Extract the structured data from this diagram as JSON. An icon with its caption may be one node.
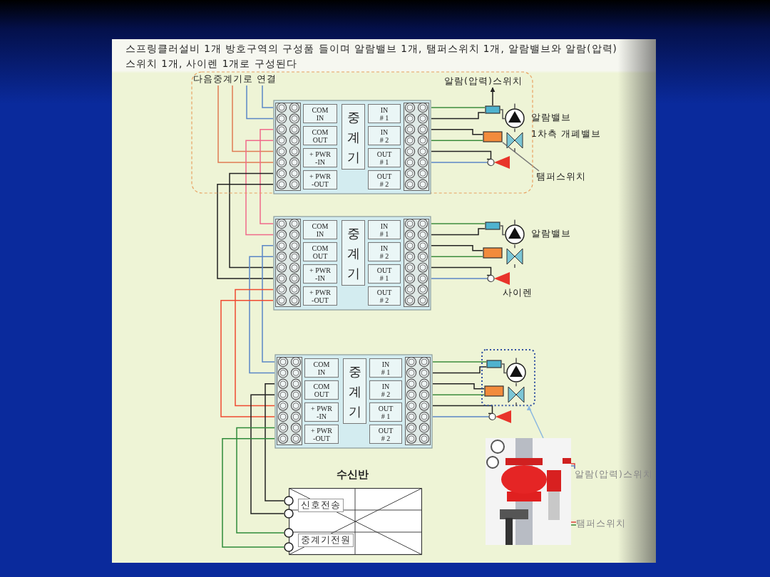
{
  "diagram": {
    "title": "스프링클러설비 1개 방호구역의 구성품 들이며 알람밸브 1개, 탬퍼스위치 1개, 알람밸브와 알람(압력)스위치 1개, 사이렌 1개로 구성된다",
    "nodes": [
      {
        "text": [],
        "shape": "box"
      },
      {
        "text": [
          "다음중계기로 연결"
        ],
        "in": 0
      },
      {
        "text": [
          "알람(압력)스위치"
        ],
        "in": 0
      },
      {
        "text": [],
        "shape": "box",
        "in": 0
      },
      {
        "text": [
          "COM IN"
        ],
        "in": 3
      },
      {
        "text": [
          "COM OUT"
        ],
        "in": 3
      },
      {
        "text": [
          "+ PWR -IN"
        ],
        "in": 3
      },
      {
        "text": [
          "+ PWR -OUT"
        ],
        "in": 3
      },
      {
        "text": [
          "중계기"
        ],
        "in": 3
      },
      {
        "text": [
          "IN # 1"
        ],
        "in": 3
      },
      {
        "text": [
          "IN # 2"
        ],
        "in": 3
      },
      {
        "text": [
          "OUT # 1"
        ],
        "in": 3
      },
      {
        "text": [
          "OUT # 2"
        ],
        "in": 3
      },
      {
        "text": [],
        "shape": "box",
        "in": 0
      },
      {
        "text": [],
        "shape": "circle",
        "beside": [
          "알람밸브"
        ],
        "in": 0
      },
      {
        "text": [],
        "shape": "box",
        "in": 0
      },
      {
        "text": [],
        "shape": "valve",
        "beside": [
          "1차측 개폐밸브"
        ],
        "in": 0
      },
      {
        "text": [],
        "shape": "horn",
        "in": 0
      },
      {
        "text": [
          "탬퍼스위치"
        ]
      },
      {
        "text": [],
        "shape": "box"
      },
      {
        "text": [
          "COM IN"
        ],
        "in": 19
      },
      {
        "text": [
          "COM OUT"
        ],
        "in": 19
      },
      {
        "text": [
          "+ PWR -IN"
        ],
        "in": 19
      },
      {
        "text": [
          "+ PWR -OUT"
        ],
        "in": 19
      },
      {
        "text": [
          "중계기"
        ],
        "in": 19
      },
      {
        "text": [
          "IN # 1"
        ],
        "in": 19
      },
      {
        "text": [
          "IN # 2"
        ],
        "in": 19
      },
      {
        "text": [
          "OUT # 1"
        ],
        "in": 19
      },
      {
        "text": [
          "OUT # 2"
        ],
        "in": 19
      },
      {
        "text": [],
        "shape": "box"
      },
      {
        "text": [],
        "shape": "circle",
        "beside": [
          "알람밸브"
        ]
      },
      {
        "text": [],
        "shape": "box"
      },
      {
        "text": [],
        "shape": "valve"
      },
      {
        "text": [],
        "shape": "horn",
        "beside": [
          "사이렌"
        ]
      },
      {
        "text": [],
        "shape": "box"
      },
      {
        "text": [
          "COM IN"
        ],
        "in": 34
      },
      {
        "text": [
          "COM OUT"
        ],
        "in": 34
      },
      {
        "text": [
          "+ PWR -IN"
        ],
        "in": 34
      },
      {
        "text": [
          "+ PWR -OUT"
        ],
        "in": 34
      },
      {
        "text": [
          "중계기"
        ],
        "in": 34
      },
      {
        "text": [
          "IN # 1"
        ],
        "in": 34
      },
      {
        "text": [
          "IN # 2"
        ],
        "in": 34
      },
      {
        "text": [
          "OUT # 1"
        ],
        "in": 34
      },
      {
        "text": [
          "OUT # 2"
        ],
        "in": 34
      },
      {
        "text": [],
        "shape": "box"
      },
      {
        "text": [],
        "shape": "box",
        "in": 44
      },
      {
        "text": [],
        "shape": "circle",
        "in": 44
      },
      {
        "text": [],
        "shape": "box",
        "in": 44
      },
      {
        "text": [],
        "shape": "valve",
        "in": 44
      },
      {
        "text": [],
        "shape": "horn"
      },
      {
        "text": [
          "수신반"
        ]
      },
      {
        "text": [
          "신호전송"
        ],
        "in": 50
      },
      {
        "text": [
          "중계기전원"
        ],
        "in": 50
      },
      {
        "text": [],
        "shape": "circle",
        "in": 50
      },
      {
        "text": [],
        "shape": "circle",
        "in": 50
      },
      {
        "text": [],
        "shape": "circle",
        "in": 50
      },
      {
        "text": [],
        "shape": "circle",
        "in": 50
      },
      {
        "text": [],
        "shape": "picture"
      },
      {
        "text": [
          "알람(압력)스위치"
        ]
      },
      {
        "text": [
          "탬퍼스위치"
        ]
      }
    ],
    "edges": [
      {
        "from": 1,
        "to": 3,
        "arrow": "none",
        "color": "#e07b54"
      },
      {
        "from": 1,
        "to": 3,
        "arrow": "none",
        "color": "#e07b54"
      },
      {
        "from": 1,
        "to": 3,
        "arrow": "none",
        "color": "#5b86c6"
      },
      {
        "from": 1,
        "to": 3,
        "arrow": "none",
        "color": "#5b86c6"
      },
      {
        "from": 3,
        "to": 19,
        "arrow": "none",
        "color": "#f06a8a"
      },
      {
        "from": 3,
        "to": 19,
        "arrow": "none",
        "color": "#f06a8a"
      },
      {
        "from": 3,
        "to": 19,
        "arrow": "none",
        "color": "#222222"
      },
      {
        "from": 3,
        "to": 19,
        "arrow": "none",
        "color": "#222222"
      },
      {
        "from": 19,
        "to": 34,
        "arrow": "none",
        "color": "#5b86c6"
      },
      {
        "from": 19,
        "to": 34,
        "arrow": "none",
        "color": "#5b86c6"
      },
      {
        "from": 19,
        "to": 34,
        "arrow": "none",
        "color": "#f04a30"
      },
      {
        "from": 19,
        "to": 34,
        "arrow": "none",
        "color": "#f04a30"
      },
      {
        "from": 34,
        "to": 53,
        "arrow": "none",
        "color": "#222222"
      },
      {
        "from": 34,
        "to": 54,
        "arrow": "none",
        "color": "#222222"
      },
      {
        "from": 34,
        "to": 55,
        "arrow": "none",
        "color": "#2f8a3a"
      },
      {
        "from": 34,
        "to": 56,
        "arrow": "none",
        "color": "#2f8a3a"
      },
      {
        "from": 3,
        "to": 13,
        "arrow": "none",
        "color": "#3c8c3c"
      },
      {
        "from": 3,
        "to": 13,
        "arrow": "none",
        "color": "#222222"
      },
      {
        "from": 3,
        "to": 15,
        "arrow": "none",
        "color": "#222222"
      },
      {
        "from": 3,
        "to": 15,
        "arrow": "none",
        "color": "#3c8c3c"
      },
      {
        "from": 3,
        "to": 17,
        "arrow": "none",
        "color": "#222222"
      },
      {
        "from": 3,
        "to": 17,
        "arrow": "none",
        "color": "#5b86c6"
      },
      {
        "from": 13,
        "to": 14,
        "arrow": "none",
        "color": "#555555"
      },
      {
        "from": 14,
        "to": 16,
        "arrow": "none",
        "color": "#555555"
      },
      {
        "from": 14,
        "to": null,
        "arrow": "none",
        "color": "#555555"
      },
      {
        "from": 13,
        "to": 2,
        "arrow": "to",
        "color": "#222222"
      },
      {
        "from": 18,
        "to": 15,
        "arrow": "none",
        "color": "#777777"
      },
      {
        "from": 19,
        "to": 29,
        "arrow": "none",
        "color": "#3c8c3c"
      },
      {
        "from": 19,
        "to": 29,
        "arrow": "none",
        "color": "#222222"
      },
      {
        "from": 19,
        "to": 31,
        "arrow": "none",
        "color": "#222222"
      },
      {
        "from": 19,
        "to": 31,
        "arrow": "none",
        "color": "#3c8c3c"
      },
      {
        "from": 19,
        "to": 33,
        "arrow": "none",
        "color": "#222222"
      },
      {
        "from": 19,
        "to": 33,
        "arrow": "none",
        "color": "#5b86c6"
      },
      {
        "from": 29,
        "to": 30,
        "arrow": "none",
        "color": "#555555"
      },
      {
        "from": 30,
        "to": 32,
        "arrow": "none",
        "color": "#555555"
      },
      {
        "from": 30,
        "to": null,
        "arrow": "none",
        "color": "#555555"
      },
      {
        "from": 34,
        "to": 45,
        "arrow": "none",
        "color": "#3c8c3c"
      },
      {
        "from": 34,
        "to": 45,
        "arrow": "none",
        "color": "#222222"
      },
      {
        "from": 34,
        "to": 47,
        "arrow": "none",
        "color": "#222222"
      },
      {
        "from": 34,
        "to": 47,
        "arrow": "none",
        "color": "#3c8c3c"
      },
      {
        "from": 34,
        "to": 49,
        "arrow": "none",
        "color": "#222222"
      },
      {
        "from": 34,
        "to": 49,
        "arrow": "none",
        "color": "#5b86c6"
      },
      {
        "from": 45,
        "to": 46,
        "arrow": "none",
        "color": "#555555"
      },
      {
        "from": 46,
        "to": 48,
        "arrow": "none",
        "color": "#555555"
      },
      {
        "from": 46,
        "to": null,
        "arrow": "none",
        "color": "#555555"
      },
      {
        "from": 57,
        "to": 44,
        "arrow": "to",
        "color": "#8cb8e0"
      },
      {
        "from": 58,
        "to": 57,
        "arrow": "none",
        "color": "#e04040"
      },
      {
        "from": 58,
        "to": 57,
        "arrow": "none",
        "color": "#5b86c6"
      },
      {
        "from": 59,
        "to": 57,
        "arrow": "none",
        "color": "#e04040"
      },
      {
        "from": 59,
        "to": 57,
        "arrow": "none",
        "color": "#3c8c3c"
      }
    ]
  }
}
